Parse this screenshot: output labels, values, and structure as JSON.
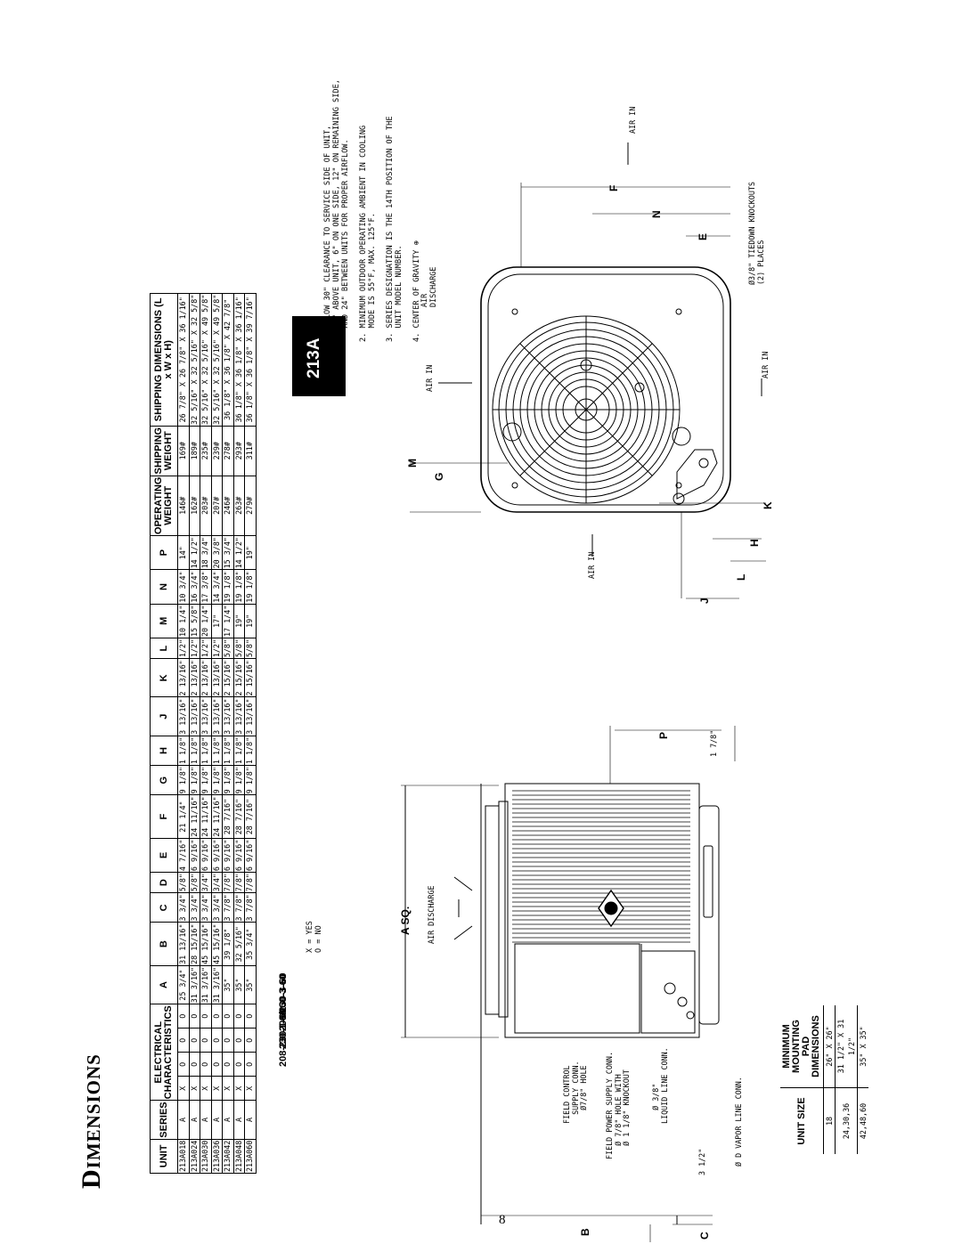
{
  "page": {
    "heading": "Dimensions",
    "page_number": "8",
    "model_tab": "213A"
  },
  "table": {
    "headers": {
      "unit": "UNIT",
      "series": "SERIES",
      "electrical": "ELECTRICAL CHARACTERISTICS",
      "a": "A",
      "b": "B",
      "c": "C",
      "d": "D",
      "e": "E",
      "f": "F",
      "g": "G",
      "h": "H",
      "j": "J",
      "k": "K",
      "l": "L",
      "m": "M",
      "n": "N",
      "p": "P",
      "operating_weight": "OPERATING WEIGHT",
      "shipping_weight": "SHIPPING WEIGHT",
      "shipping_dimensions": "SHIPPING DIMENSIONS (L x W x H)"
    },
    "voltage_labels": [
      "208-230-1-60",
      "230-1-60",
      "208/230-3-60",
      "460-3-60"
    ],
    "rows": [
      [
        "213A018",
        "A",
        "X",
        "O",
        "O",
        "O",
        "25 3/4\"",
        "31 13/16\"",
        "3 3/4\"",
        "5/8\"",
        "4 7/16\"",
        "21 1/4\"",
        "9 1/8\"",
        "1 1/8\"",
        "3 13/16\"",
        "2 13/16\"",
        "1/2\"",
        "10 1/4\"",
        "10 3/4\"",
        "14\"",
        "146#",
        "169#",
        "26 7/8\" X 26 7/8\" X 36 1/16\""
      ],
      [
        "213A024",
        "A",
        "X",
        "O",
        "O",
        "O",
        "31 3/16\"",
        "28 15/16\"",
        "3 3/4\"",
        "5/8\"",
        "6 9/16\"",
        "24 11/16\"",
        "9 1/8\"",
        "1 1/8\"",
        "3 13/16\"",
        "2 13/16\"",
        "1/2\"",
        "15 5/8\"",
        "16 3/4\"",
        "14 1/2\"",
        "162#",
        "189#",
        "32 5/16\" X 32 5/16\" X 32 5/8\""
      ],
      [
        "213A030",
        "A",
        "X",
        "O",
        "O",
        "O",
        "31 3/16\"",
        "45 15/16\"",
        "3 3/4\"",
        "3/4\"",
        "6 9/16\"",
        "24 11/16\"",
        "9 1/8\"",
        "1 1/8\"",
        "3 13/16\"",
        "2 13/16\"",
        "1/2\"",
        "20 1/4\"",
        "17 3/8\"",
        "18 3/4\"",
        "203#",
        "235#",
        "32 5/16\" X 32 5/16\" X 49 5/8\""
      ],
      [
        "213A036",
        "A",
        "X",
        "O",
        "O",
        "O",
        "31 3/16\"",
        "45 15/16\"",
        "3 3/4\"",
        "3/4\"",
        "6 9/16\"",
        "24 11/16\"",
        "9 1/8\"",
        "1 1/8\"",
        "3 13/16\"",
        "2 13/16\"",
        "1/2\"",
        "17\"",
        "14 3/4\"",
        "20 3/8\"",
        "207#",
        "239#",
        "32 5/16\" X 32 5/16\" X 49 5/8\""
      ],
      [
        "213A042",
        "A",
        "X",
        "O",
        "O",
        "O",
        "35\"",
        "39 1/8\"",
        "3 7/8\"",
        "7/8\"",
        "6 9/16\"",
        "28 7/16\"",
        "9 1/8\"",
        "1 1/8\"",
        "3 13/16\"",
        "2 15/16\"",
        "5/8\"",
        "17 1/4\"",
        "19 1/8\"",
        "15 3/4\"",
        "246#",
        "278#",
        "36 1/8\" X 36 1/8\" X 42 7/8\""
      ],
      [
        "213A048",
        "A",
        "X",
        "O",
        "O",
        "O",
        "35\"",
        "32 5/16\"",
        "3 7/8\"",
        "7/8\"",
        "6 9/16\"",
        "28 7/16\"",
        "9 1/8\"",
        "1 1/8\"",
        "3 13/16\"",
        "2 15/16\"",
        "5/8\"",
        "19\"",
        "19 1/8\"",
        "14 1/2\"",
        "263#",
        "293#",
        "36 1/8\" X 36 1/8\" X 36 1/16\""
      ],
      [
        "213A060",
        "A",
        "X",
        "O",
        "O",
        "O",
        "35\"",
        "35 3/4\"",
        "3 7/8\"",
        "7/8\"",
        "6 9/16\"",
        "28 7/16\"",
        "9 1/8\"",
        "1 1/8\"",
        "3 13/16\"",
        "2 15/16\"",
        "5/8\"",
        "19\"",
        "19 1/8\"",
        "19\"",
        "279#",
        "311#",
        "36 1/8\" X 36 1/8\" X 39 7/16\""
      ]
    ],
    "legend": [
      "X = YES",
      "O = NO"
    ]
  },
  "pad_table": {
    "headers": [
      "UNIT SIZE",
      "MINIMUM MOUNTING PAD DIMENSIONS"
    ],
    "rows": [
      [
        "18",
        "26\" X 26\""
      ],
      [
        "24,30,36",
        "31 1/2\" X 31 1/2\""
      ],
      [
        "42,48,60",
        "35\" X 35\""
      ]
    ]
  },
  "notes": {
    "title": "NOTES:",
    "items": [
      "1. ALLOW 30\" CLEARANCE TO SERVICE SIDE OF UNIT,\n   48\" ABOVE UNIT, 6\" ON ONE SIDE, 12\" ON REMAINING SIDE,\n   AND 24\" BETWEEN UNITS FOR PROPER AIRFLOW.",
      "2. MINIMUM OUTDOOR OPERATING AMBIENT IN COOLING\n   MODE IS 55°F, MAX. 125°F.",
      "3. SERIES DESIGNATION IS THE 14TH POSITION OF THE\n   UNIT MODEL NUMBER.",
      "4. CENTER OF GRAVITY"
    ]
  },
  "side_view_labels": {
    "field_control": "FIELD CONTROL\n  SUPPLY CONN.\n   Ø7/8\" HOLE",
    "field_power": "FIELD POWER SUPPLY CONN.\n   Ø 7/8\" HOLE WITH\n   Ø 1 1/8\" KNOCKOUT",
    "liquid_line": "   Ø 3/8\"\nLIQUID LINE CONN.",
    "vapor_line": "Ø D VAPOR LINE CONN.",
    "air_discharge": "AIR DISCHARGE",
    "a_sq": "A SQ.",
    "dim_b": "B",
    "dim_c": "C",
    "dim_p": "P",
    "c_offset": "3 1/2\"",
    "p_offset": "1 7/8\""
  },
  "top_view_labels": {
    "air_in": "AIR IN",
    "air_discharge": "AIR\nDISCHARGE",
    "tiedown": "Ø3/8\" TIEDOWN KNOCKOUTS\n(2) PLACES",
    "dims": [
      "F",
      "N",
      "E",
      "M",
      "G",
      "H",
      "K",
      "L",
      "J"
    ]
  }
}
